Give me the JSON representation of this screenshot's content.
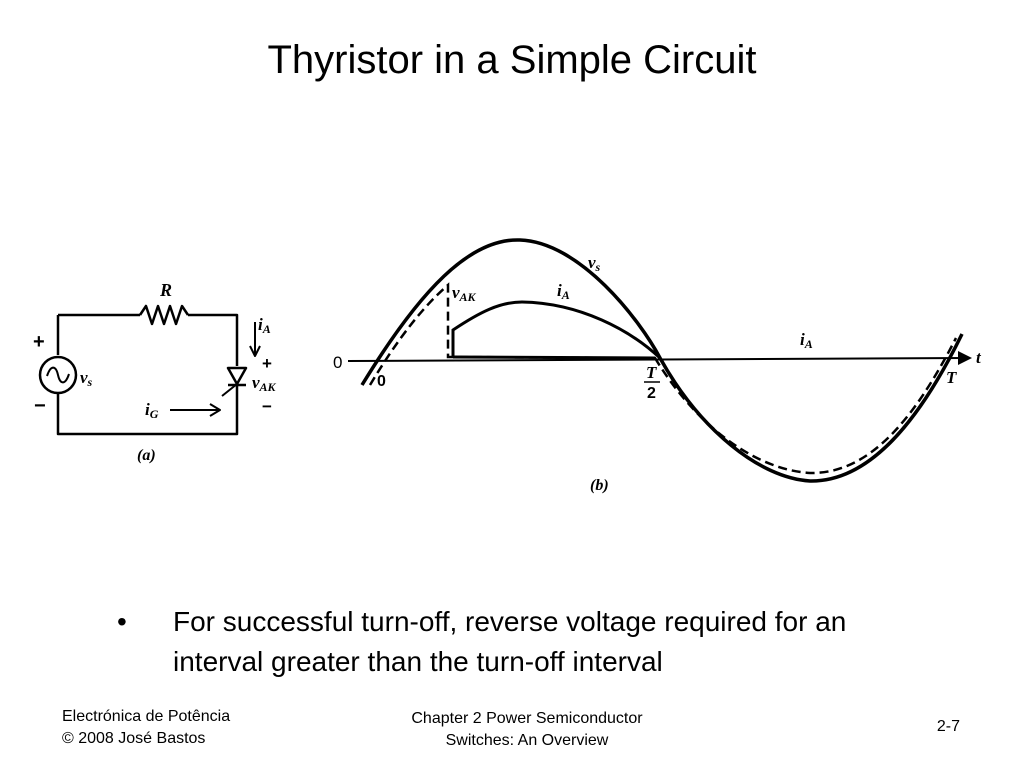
{
  "slide": {
    "title": "Thyristor in a Simple Circuit",
    "bullet_marker": "•",
    "bullet": "For successful turn-off, reverse voltage required for an interval greater than the turn-off interval"
  },
  "circuit": {
    "caption": "(a)",
    "resistor": "R",
    "source_symbol": "~",
    "plus": "+",
    "minus": "−",
    "labels": {
      "vs": {
        "base": "v",
        "sub": "s"
      },
      "iA": {
        "base": "i",
        "sub": "A"
      },
      "vAK": {
        "base": "v",
        "sub": "AK"
      },
      "iG": {
        "base": "i",
        "sub": "G"
      }
    }
  },
  "waveform": {
    "caption": "(b)",
    "zero": "0",
    "origin": "0",
    "t": "t",
    "T": "T",
    "half_num": "T",
    "half_den": "2",
    "labels": {
      "vs": {
        "base": "v",
        "sub": "s"
      },
      "vAK": {
        "base": "v",
        "sub": "AK"
      },
      "iA_top": {
        "base": "i",
        "sub": "A"
      },
      "iA_axis": {
        "base": "i",
        "sub": "A"
      }
    }
  },
  "footer": {
    "left_line1": "Electrónica de Potência",
    "left_line2": "© 2008 José Bastos",
    "center_line1": "Chapter 2 Power Semiconductor",
    "center_line2": "Switches: An Overview",
    "page": "2-7"
  }
}
